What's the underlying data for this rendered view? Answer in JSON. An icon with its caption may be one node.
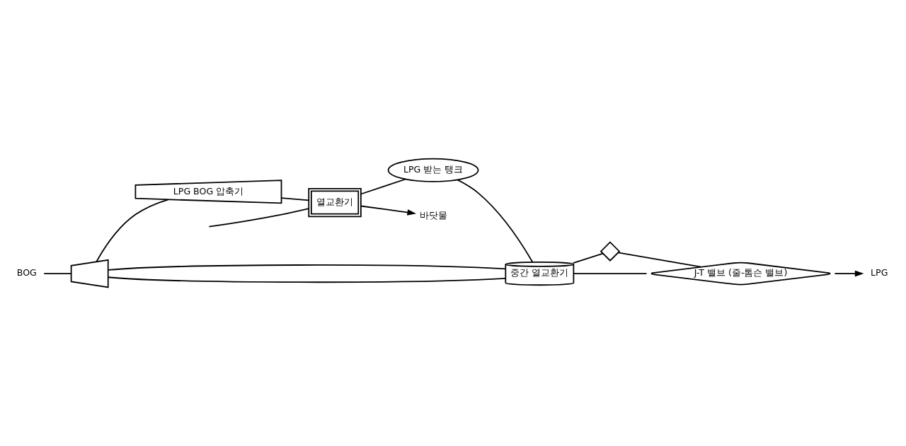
{
  "diagram": {
    "nodes": [
      {
        "text": [
          "BOG"
        ]
      },
      {
        "text": [],
        "shape": "trapezoid"
      },
      {
        "text": [
          "LPG BOG 압축기"
        ]
      },
      {
        "text": [
          "중간 열교환기"
        ]
      },
      {
        "text": [],
        "shape": "valve"
      },
      {
        "text": [
          "열교환기"
        ]
      },
      {
        "text": [
          "LPG 받는 탱크"
        ]
      },
      {
        "text": [
          "J-T 밸브 (줄-톰슨 밸브)"
        ]
      },
      {
        "text": [
          "바닷물"
        ]
      },
      {
        "text": [
          "LPG"
        ]
      }
    ],
    "edges": [
      {
        "from": 0,
        "to": 1,
        "arrow": "none"
      },
      {
        "from": 1,
        "to": 2,
        "arrow": "none"
      },
      {
        "from": 1,
        "to": 3,
        "arrow": "none"
      },
      {
        "from": 1,
        "to": 3,
        "arrow": "none"
      },
      {
        "from": 2,
        "to": 5,
        "arrow": "none"
      },
      {
        "from": 5,
        "to": 6,
        "arrow": "none"
      },
      {
        "from": 6,
        "to": 3,
        "arrow": "none"
      },
      {
        "from": 3,
        "to": 4,
        "arrow": "none"
      },
      {
        "from": 4,
        "to": 7,
        "arrow": "none"
      },
      {
        "from": 3,
        "to": 7,
        "arrow": "none"
      },
      {
        "from": 7,
        "to": 9,
        "arrow": "to"
      },
      {
        "from": null,
        "to": 5,
        "arrow": "none"
      },
      {
        "from": 5,
        "to": 8,
        "arrow": "to"
      }
    ]
  }
}
